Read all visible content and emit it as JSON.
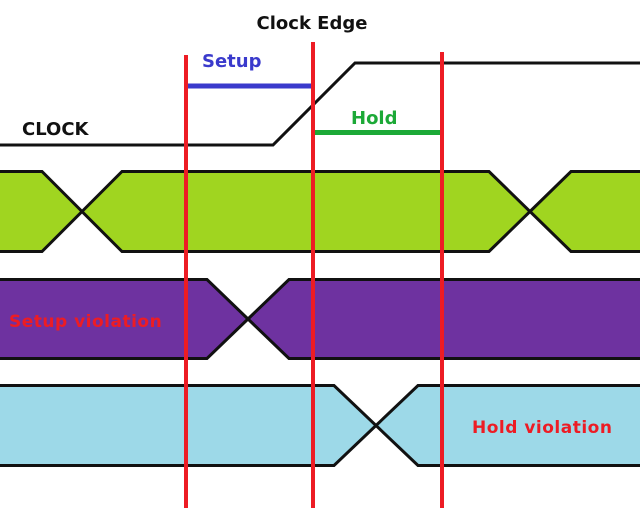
{
  "diagram": {
    "title": "Clock Edge",
    "clock_signal_label": "CLOCK",
    "setup_label": "Setup",
    "hold_label": "Hold",
    "setup_violation_label": "Setup violation",
    "hold_violation_label": "Hold violation",
    "colors": {
      "background": "#ffffff",
      "clock_line": "#111111",
      "band_border": "#111111",
      "marker_red": "#ed1c24",
      "setup_blue": "#3a3acc",
      "hold_green": "#1ca937",
      "violation_text_red": "#ed1c24",
      "data_valid_fill": "#a0d520",
      "setup_violation_fill": "#6e32a0",
      "hold_violation_fill": "#9dd9e8"
    }
  }
}
